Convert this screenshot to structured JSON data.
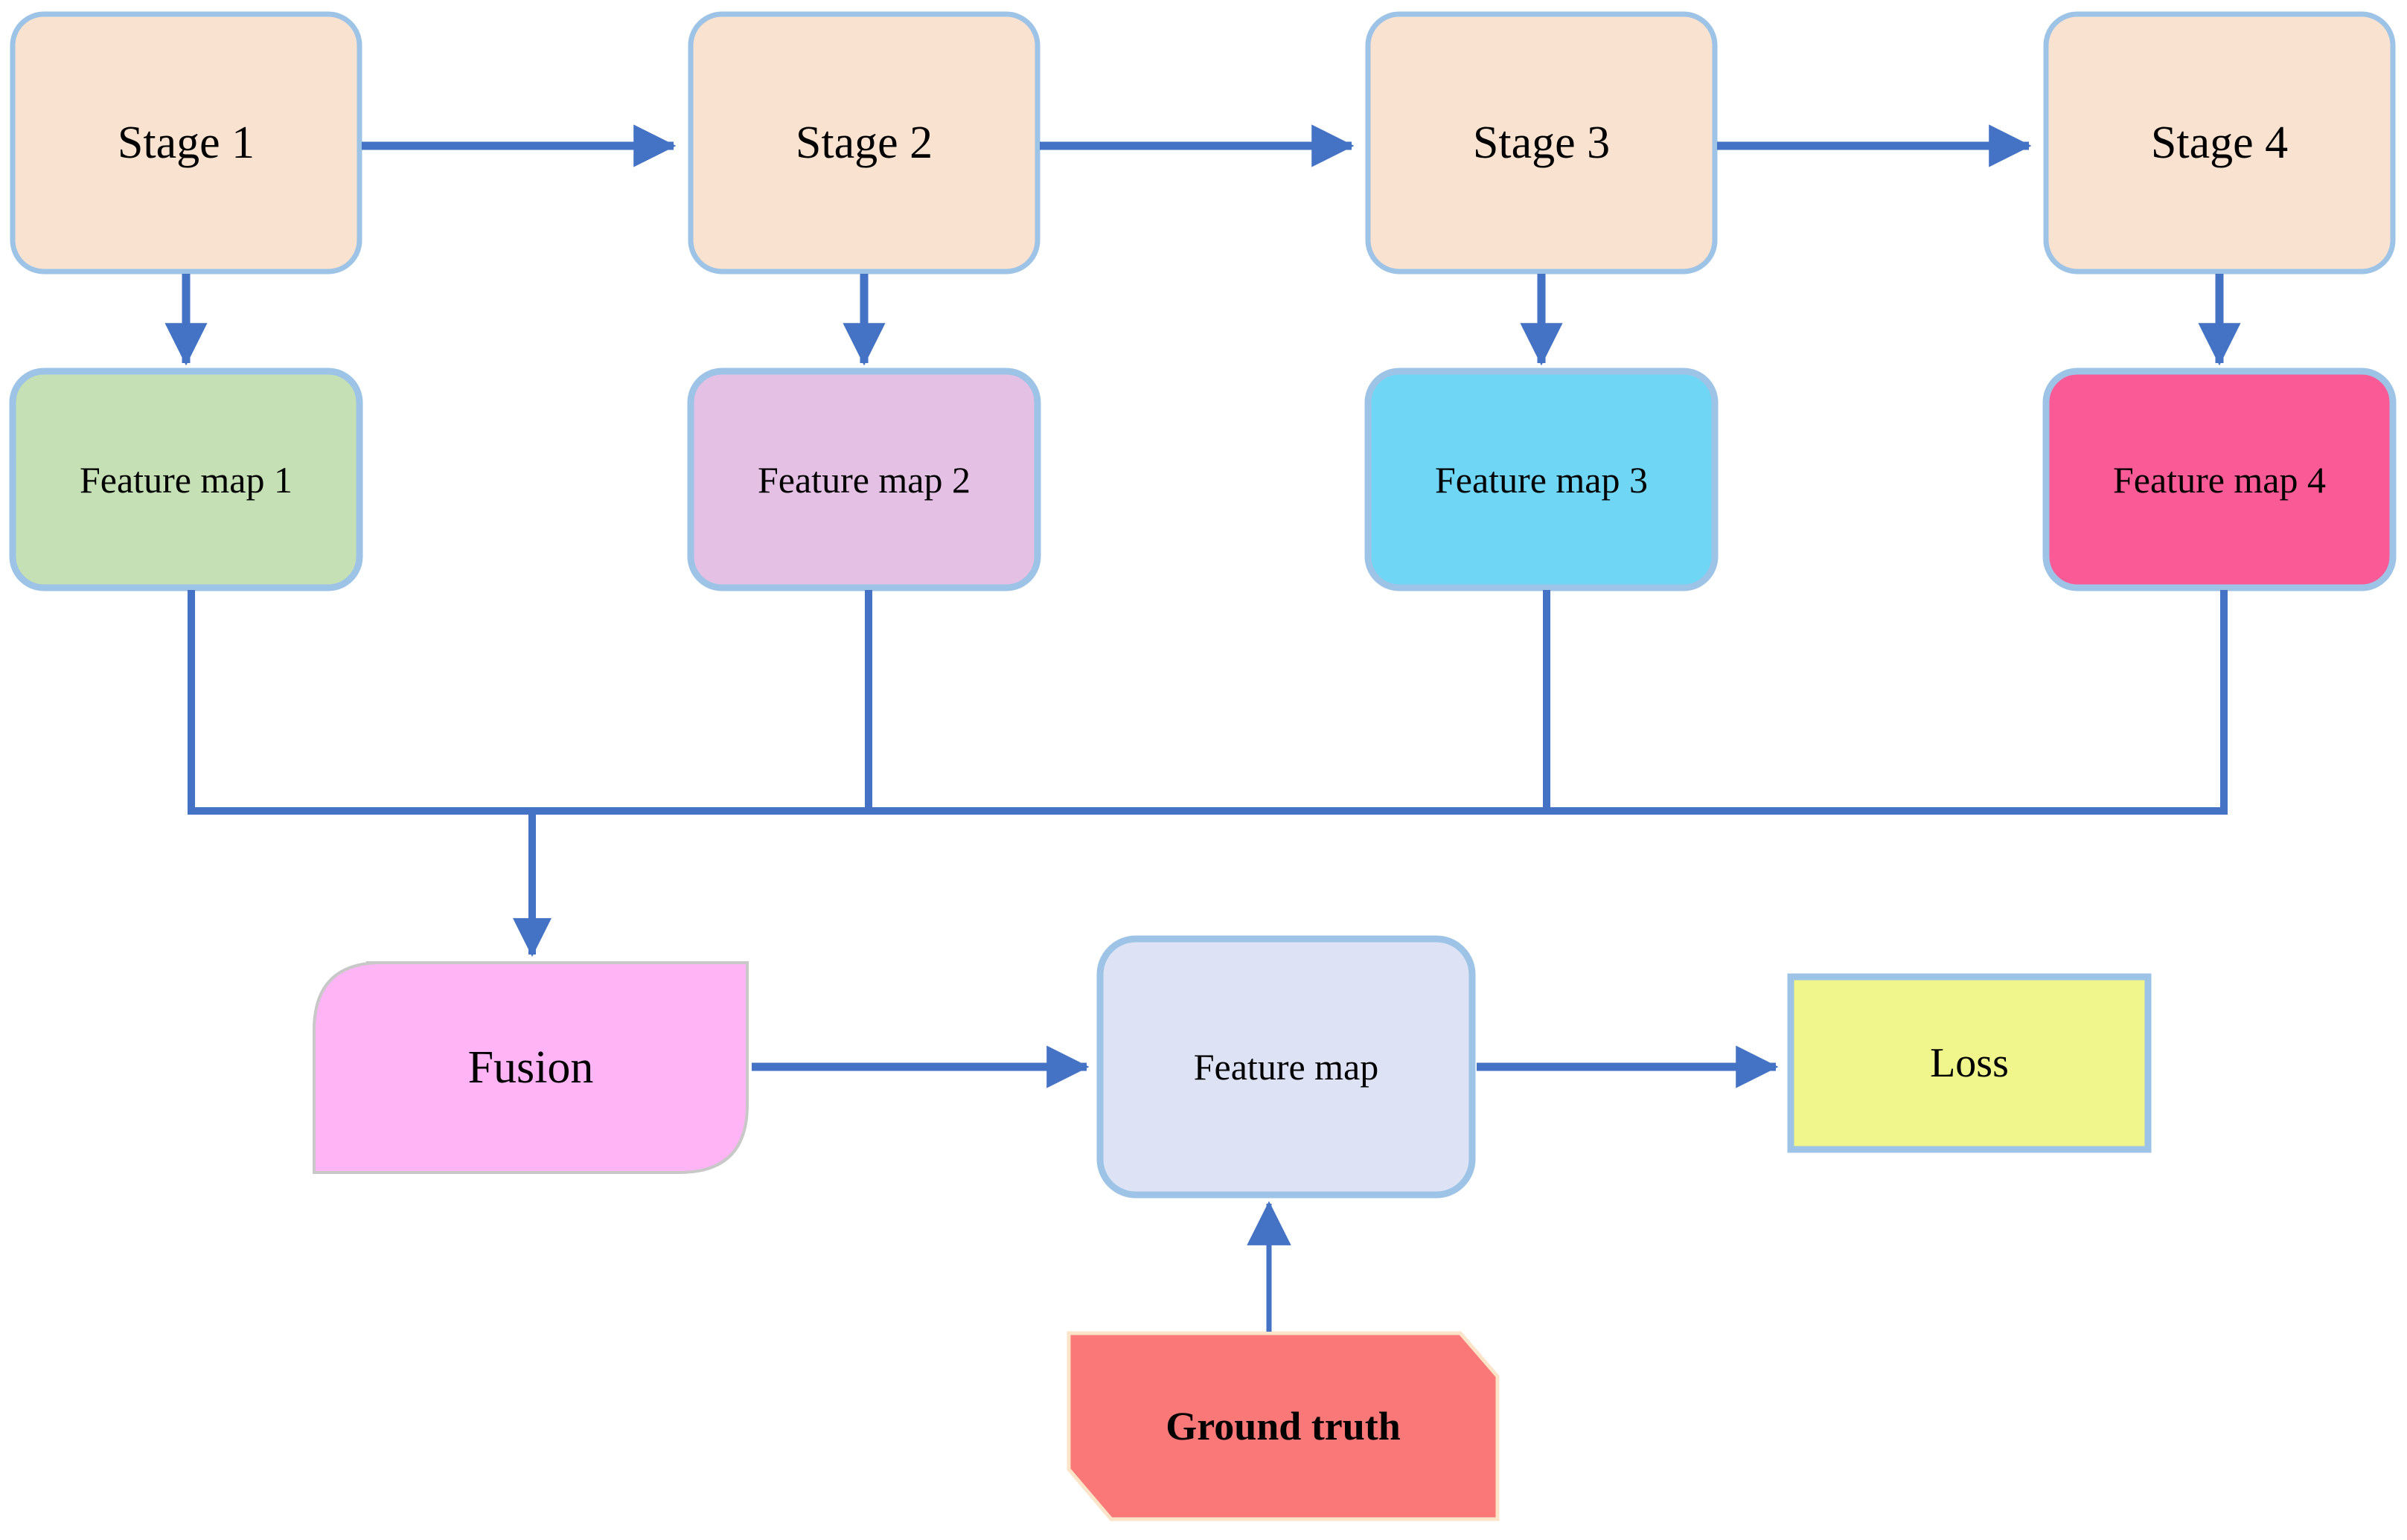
{
  "diagram": {
    "title": "Multi-stage feature fusion network diagram",
    "background": "#ffffff",
    "palette": {
      "stage_fill": "#fae2d0",
      "stage_border": "#9dc3e6",
      "feature1_fill": "#c5e0b4",
      "feature2_fill": "#e5c0e5",
      "feature3_fill": "#6fd6f5",
      "feature4_fill": "#fa5a96",
      "fusion_fill": "#ffb5f5",
      "fusion_border": "#bfbfbf",
      "featuremap_fill": "#dde3f5",
      "featuremap_border": "#9dc3e6",
      "loss_fill": "#f0f58c",
      "loss_border": "#9dc3e6",
      "groundtruth_fill": "#fa7878",
      "groundtruth_border": "#fce4c8",
      "connector": "#4472c4",
      "text": "#000000"
    },
    "stages": [
      {
        "id": "stage-1",
        "label": "Stage 1"
      },
      {
        "id": "stage-2",
        "label": "Stage 2"
      },
      {
        "id": "stage-3",
        "label": "Stage 3"
      },
      {
        "id": "stage-4",
        "label": "Stage 4"
      }
    ],
    "feature_maps": [
      {
        "id": "feature-map-1",
        "label": "Feature map 1",
        "fill": "#c5e0b4"
      },
      {
        "id": "feature-map-2",
        "label": "Feature map 2",
        "fill": "#e5c0e5"
      },
      {
        "id": "feature-map-3",
        "label": "Feature map 3",
        "fill": "#6fd6f5"
      },
      {
        "id": "feature-map-4",
        "label": "Feature map 4",
        "fill": "#fa5a96"
      }
    ],
    "fusion": {
      "id": "fusion",
      "label": "Fusion"
    },
    "output_feature_map": {
      "id": "feature-map-out",
      "label": "Feature map"
    },
    "loss": {
      "id": "loss",
      "label": "Loss"
    },
    "ground_truth": {
      "id": "ground-truth",
      "label": "Ground truth"
    },
    "edges": [
      {
        "from": "Stage 1",
        "to": "Stage 2",
        "type": "arrow-right"
      },
      {
        "from": "Stage 2",
        "to": "Stage 3",
        "type": "arrow-right"
      },
      {
        "from": "Stage 3",
        "to": "Stage 4",
        "type": "arrow-right"
      },
      {
        "from": "Stage 1",
        "to": "Feature map 1",
        "type": "arrow-down"
      },
      {
        "from": "Stage 2",
        "to": "Feature map 2",
        "type": "arrow-down"
      },
      {
        "from": "Stage 3",
        "to": "Feature map 3",
        "type": "arrow-down"
      },
      {
        "from": "Stage 4",
        "to": "Feature map 4",
        "type": "arrow-down"
      },
      {
        "from": "Feature map 1",
        "to": "Fusion",
        "type": "bus-merge"
      },
      {
        "from": "Feature map 2",
        "to": "Fusion",
        "type": "bus-merge"
      },
      {
        "from": "Feature map 3",
        "to": "Fusion",
        "type": "bus-merge"
      },
      {
        "from": "Feature map 4",
        "to": "Fusion",
        "type": "bus-merge"
      },
      {
        "from": "Fusion",
        "to": "Feature map",
        "type": "arrow-right"
      },
      {
        "from": "Feature map",
        "to": "Loss",
        "type": "arrow-right"
      },
      {
        "from": "Ground truth",
        "to": "Feature map",
        "type": "arrow-up"
      }
    ]
  }
}
